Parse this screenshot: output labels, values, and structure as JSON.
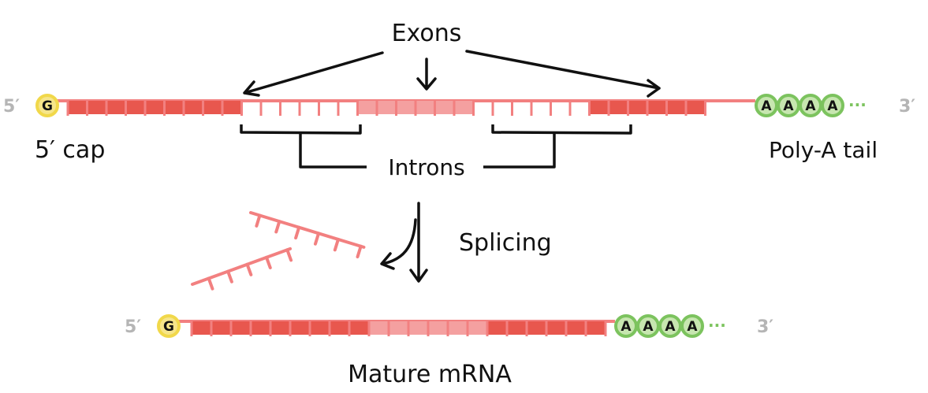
{
  "labels": {
    "exons": "Exons",
    "introns": "Introns",
    "five_prime_cap": "5′ cap",
    "poly_a_tail": "Poly-A tail",
    "splicing": "Splicing",
    "mature_mrna": "Mature mRNA",
    "five_prime": "5′",
    "three_prime": "3′",
    "cap_base": "G",
    "tail_base": "A",
    "ellipsis": "···"
  },
  "pre_mrna": {
    "segments": [
      {
        "type": "exon",
        "name": "exon-1",
        "units": 9
      },
      {
        "type": "intron",
        "name": "intron-1",
        "units": 6
      },
      {
        "type": "exon",
        "name": "exon-2",
        "units": 6
      },
      {
        "type": "intron",
        "name": "intron-2",
        "units": 6
      },
      {
        "type": "exon",
        "name": "exon-3",
        "units": 6
      }
    ],
    "tail_count": 4
  },
  "mature_mrna": {
    "segments": [
      {
        "type": "exon",
        "name": "exon-1",
        "units": 9
      },
      {
        "type": "exon",
        "name": "exon-2",
        "units": 6
      },
      {
        "type": "exon",
        "name": "exon-3",
        "units": 6
      }
    ],
    "tail_count": 4
  },
  "colors": {
    "exon_dark": "#e8574e",
    "exon_light": "#f4a0a0",
    "backbone": "#f28080",
    "intron": "#f28080",
    "cap_fill": "#f6e58a",
    "cap_ring": "#f1d84a",
    "tail_fill": "#c7e6b0",
    "tail_ring": "#7cc35e",
    "ink": "#111111",
    "end_label": "#b5b5b5"
  }
}
